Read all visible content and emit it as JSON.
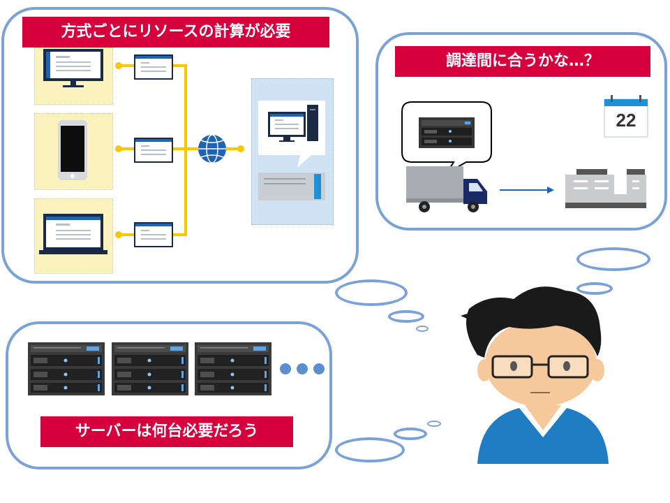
{
  "panels": {
    "resources": {
      "title": "方式ごとにリソースの計算が必要"
    },
    "procurement": {
      "title": "調達間に合うかな…？",
      "calendar_day": "22"
    },
    "servers": {
      "title": "サーバーは何台必要だろう"
    }
  },
  "colors": {
    "accent": "#d6003c",
    "bubble_border": "#7aa2d8",
    "network_line": "#f7c800",
    "device_pad": "#fbf3bd",
    "server_panel": "#cfe3f4",
    "shirt": "#1f7dc4"
  },
  "icons": [
    "monitor-icon",
    "smartphone-icon",
    "laptop-icon",
    "screen-icon",
    "globe-icon",
    "desktop-pc-icon",
    "rack-server-icon",
    "truck-icon",
    "arrow-right-icon",
    "factory-icon",
    "calendar-icon",
    "server-icon",
    "ellipsis-dots-icon",
    "thinking-person-icon"
  ]
}
